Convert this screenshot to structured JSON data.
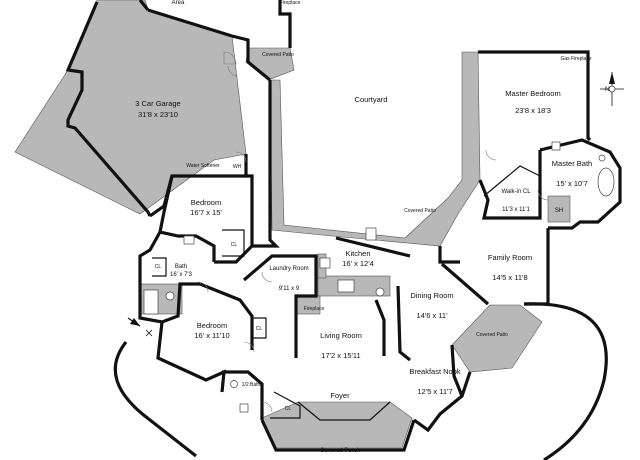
{
  "plan": {
    "north_label": "N",
    "rooms": {
      "garage": {
        "name": "3 Car Garage",
        "dims": "31'8 x 23'10"
      },
      "courtyard": {
        "name": "Courtyard"
      },
      "master_bedroom": {
        "name": "Master Bedroom",
        "dims": "23'8 x 18'3"
      },
      "master_bath": {
        "name": "Master Bath",
        "dims": "15' x 10'7"
      },
      "walkin_cl": {
        "name": "Walk-in CL",
        "dims": "11'3 x 11'1"
      },
      "bedroom1": {
        "name": "Bedroom",
        "dims": "16'7 x 15'"
      },
      "bath": {
        "name": "Bath",
        "dims": "16' x 7'3"
      },
      "kitchen": {
        "name": "Kitchen",
        "dims": "16' x 12'4"
      },
      "laundry": {
        "name": "Laundry Room",
        "dims": "9'11 x 9"
      },
      "family": {
        "name": "Family Room",
        "dims": "14'5 x 11'8"
      },
      "dining": {
        "name": "Dining Room",
        "dims": "14'6 x 11'"
      },
      "bedroom2": {
        "name": "Bedroom",
        "dims": "16' x 11'10"
      },
      "living": {
        "name": "Living Room",
        "dims": "17'2 x 15'11"
      },
      "breakfast": {
        "name": "Breakfast Nook",
        "dims": "12'5 x 11'7"
      },
      "half_bath": {
        "name": "1/2 Bath"
      },
      "foyer": {
        "name": "Foyer"
      }
    },
    "small_labels": {
      "area": "Area",
      "fireplace_top": "Fireplace",
      "covered_patio_top": "Covered Patio",
      "covered_patio_mid": "Covered Patio",
      "covered_patio_right": "Covered Patio",
      "covered_porch": "Covered Porch",
      "cl_bedroom1": "CL",
      "cl_bath": "CL",
      "cl_bedroom2": "CL",
      "cl_foyer": "CL",
      "sh": "SH",
      "wh": "WH",
      "water_softener": "Water Softener",
      "fireplace_living": "Fireplace",
      "fireplace_master": "Gas Fireplace"
    }
  }
}
